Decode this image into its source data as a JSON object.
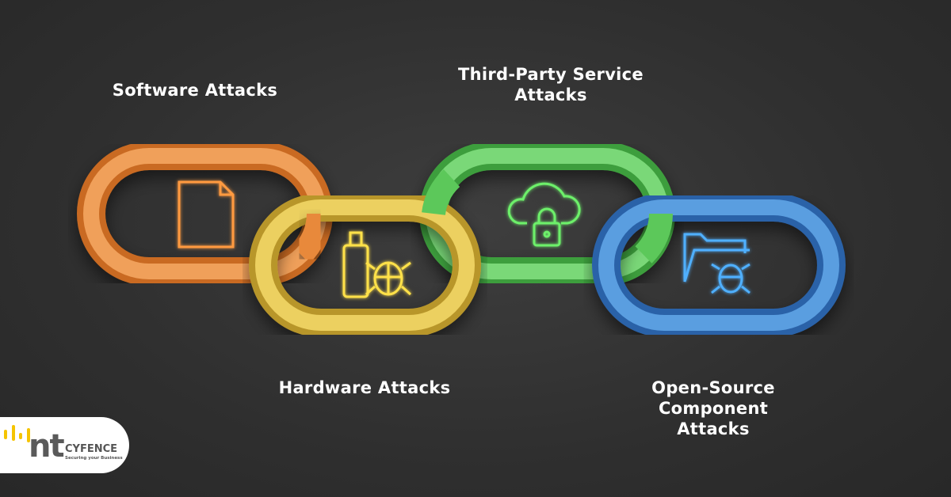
{
  "labels": {
    "software": "Software Attacks",
    "third_party": [
      "Third-Party Service",
      "Attacks"
    ],
    "hardware": "Hardware Attacks",
    "open_source": [
      "Open-Source",
      "Component",
      "Attacks"
    ]
  },
  "colors": {
    "software": "#e8893a",
    "hardware": "#e6c23c",
    "third_party": "#5cc85a",
    "open_source": "#3f86d0"
  },
  "logo": {
    "mark": "nt",
    "brand": "CYFENCE",
    "tagline": "Securing your Business"
  }
}
